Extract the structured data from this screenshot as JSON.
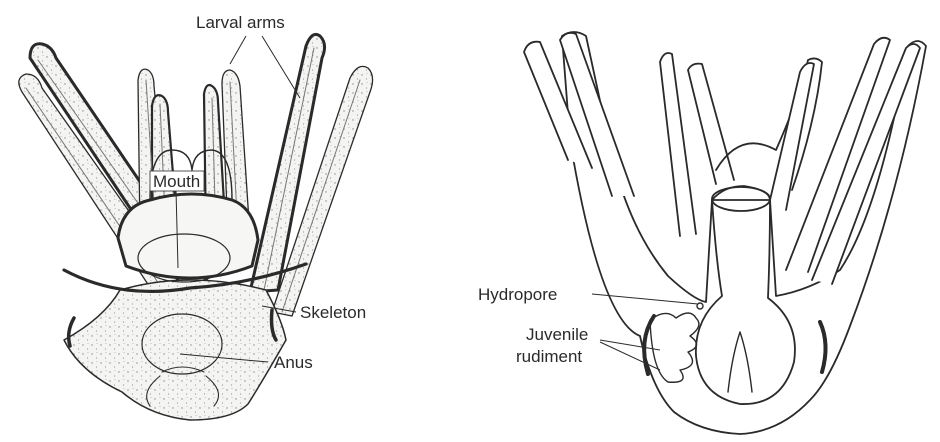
{
  "left_panel": {
    "labels": {
      "larval_arms": "Larval arms",
      "mouth": "Mouth",
      "skeleton": "Skeleton",
      "anus": "Anus"
    }
  },
  "right_panel": {
    "labels": {
      "hydropore": "Hydropore",
      "juvenile_line1": "Juvenile",
      "juvenile_line2": "rudiment"
    }
  },
  "colors": {
    "ink": "#2a2a2a",
    "body_fill": "#f3f3f1",
    "background": "#ffffff"
  }
}
